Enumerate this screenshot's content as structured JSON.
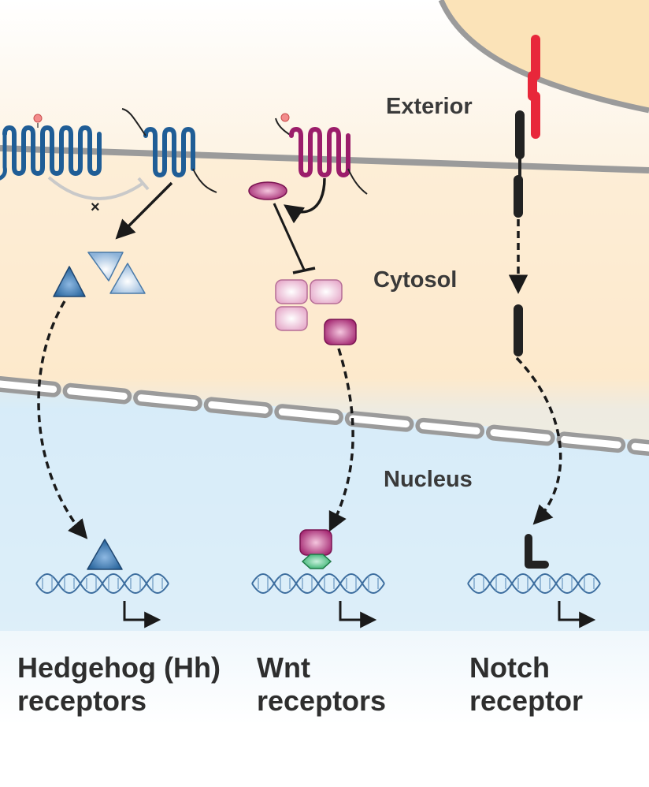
{
  "regions": {
    "exterior": "Exterior",
    "cytosol": "Cytosol",
    "nucleus": "Nucleus"
  },
  "pathways": [
    {
      "name_line1": "Hedgehog (Hh)",
      "name_line2": "receptors"
    },
    {
      "name_line1": "Wnt",
      "name_line2": "receptors"
    },
    {
      "name_line1": "Notch",
      "name_line2": "receptor"
    }
  ],
  "colors": {
    "hedgehog": "#1f5d96",
    "hedgehog_light": "#8db3d9",
    "wnt": "#9b1d6a",
    "wnt_light": "#e7b6cf",
    "notch": "#222222",
    "notch_ligand": "#e8273a",
    "membrane": "#9b9b9b",
    "cytosol_fill": "#fdeed8",
    "nucleus_fill": "#d9ecf8",
    "neighbor_cell": "#fbe3b8"
  }
}
